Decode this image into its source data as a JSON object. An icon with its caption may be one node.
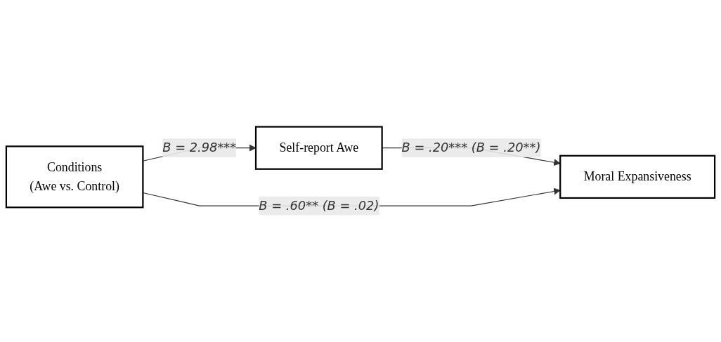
{
  "diagram": {
    "nodes": [
      {
        "text": [
          "Self-report Awe"
        ]
      },
      {
        "text": [
          "Conditions",
          "(Awe vs. Control)"
        ]
      },
      {
        "text": [
          "Moral Expansiveness"
        ]
      }
    ],
    "edges": [
      {
        "from": 1,
        "to": 0,
        "arrow": "to",
        "label": "B = 2.98***"
      },
      {
        "from": 0,
        "to": 2,
        "arrow": "to",
        "label": "B = .20*** (B = .20**)"
      },
      {
        "from": 1,
        "to": 2,
        "arrow": "to",
        "label": "B = .60** (B = .02)"
      }
    ]
  }
}
